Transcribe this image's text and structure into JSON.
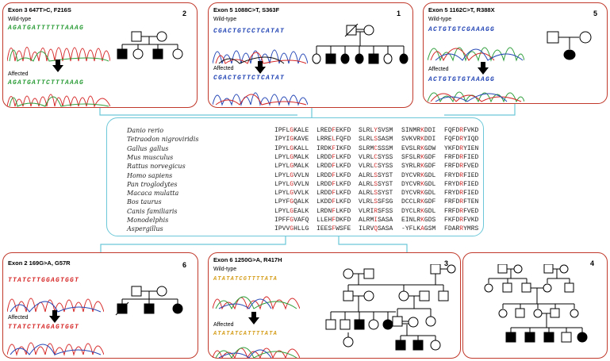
{
  "panels": {
    "p2": {
      "title": "Exon 3 647T>C, F216S",
      "number": "2",
      "wt_label": "Wild-type",
      "aff_label": "Affected",
      "wt_seq": "AGATGATTTTTTAAAG",
      "aff_seq": "AGATGATTCTTTAAAG"
    },
    "p1": {
      "title": "Exon 5 1088C>T, S363F",
      "number": "1",
      "wt_label": "Wild-type",
      "aff_label": "Affected",
      "wt_seq": "CGACTGTCCTCATAT",
      "aff_seq": "CGACTGTTCTCATAT"
    },
    "p5": {
      "title": "Exon 5 1162C>T, R388X",
      "number": "5",
      "wt_label": "Wild-type",
      "aff_label": "Affected",
      "wt_seq": "ACTGTGTCGAAAGG",
      "aff_seq": "ACTGTGTGTAAAGG"
    },
    "p6": {
      "title": "Exon 2 169G>A, G57R",
      "number": "6",
      "wt_label": "Wild-type",
      "aff_label": "Affected",
      "wt_seq": "TTATCTTGGAGTGGT",
      "aff_seq": "TTATCTTAGAGTGGT"
    },
    "p3": {
      "title": "Exon 6 1250G>A, R417H",
      "number": "3",
      "wt_label": "Wild-type",
      "aff_label": "Affected",
      "wt_seq": "ATATATCGTTTTATA",
      "aff_seq": "ATATATCATTTTATA"
    },
    "p4": {
      "number": "4"
    }
  },
  "alignment": {
    "species": [
      "Danio rerio",
      "Tetraodon nigroviridis",
      "Gallus gallus",
      "Mus musculus",
      "Rattus norvegicus",
      "Homo sapiens",
      "Pan troglodytes",
      "Macaca mulatta",
      "Bos taurus",
      "Canis familiaris",
      "Monodelphis",
      "Aspergillus"
    ],
    "rows": [
      [
        "IPFLGKALE",
        "LREDFEKFD",
        "SLRLYSVSM",
        "SINMRKDDI",
        "FQFDRFVKD"
      ],
      [
        "IPYIGKAVE",
        "LRRELFQFD",
        "SLRLSSASM",
        "SVKVRKDDI",
        "FQFDRYIQD"
      ],
      [
        "IPYLGKALL",
        "IRDKFIKFD",
        "SLRMCSSSM",
        "EVSLRKGDW",
        "YKFDRYIEN"
      ],
      [
        "LPYLGMALK",
        "LRDDFLKFD",
        "VLRLCSYSS",
        "SFSLRKGDF",
        "FRFDRFIED"
      ],
      [
        "LPYLGMALK",
        "LRDDFLKFD",
        "VLRLCSYSS",
        "SYRLRKGDF",
        "FRFDRFVED"
      ],
      [
        "LPYLGVVLN",
        "LRDDFLKFD",
        "ALRLSSYST",
        "DYCVRKGDL",
        "FRYDRFIED"
      ],
      [
        "LPYLGVVLN",
        "LRDDFLKFD",
        "ALRLSSYST",
        "DYCVRKGDL",
        "FRYDRFIED"
      ],
      [
        "LPYLGVVLK",
        "LRDDFLKFD",
        "ALRLSSYST",
        "DYCVRKGDL",
        "FRYDRFIED"
      ],
      [
        "LPYFGQALK",
        "LKDDFLKFD",
        "VLRLSSFSG",
        "DCCLRKGDF",
        "FRFDRFTEN"
      ],
      [
        "LPYLGEALK",
        "LRDNFLKFD",
        "VLRIRSFSS",
        "DYCLRKGDL",
        "FRFDRFVED"
      ],
      [
        "IPFFGVAFQ",
        "LLEHFDKFD",
        "ALRMISASA",
        "EINLRKGDS",
        "FKFDRFVKD"
      ],
      [
        "IPVVGHLLG",
        "IEESFWSFE",
        "ILRVQSASA",
        "-YFLKAGSM",
        "FDARRYMRS"
      ]
    ],
    "highlight_cols": [
      5,
      5,
      5,
      6,
      5
    ],
    "highlight_color": "#d32f2f"
  },
  "colors": {
    "panel_border": "#c0392b",
    "align_border": "#6cc8d8",
    "trace_green": "#2e9e3a",
    "trace_red": "#d62828",
    "trace_blue": "#2446b5",
    "trace_black": "#111111"
  }
}
